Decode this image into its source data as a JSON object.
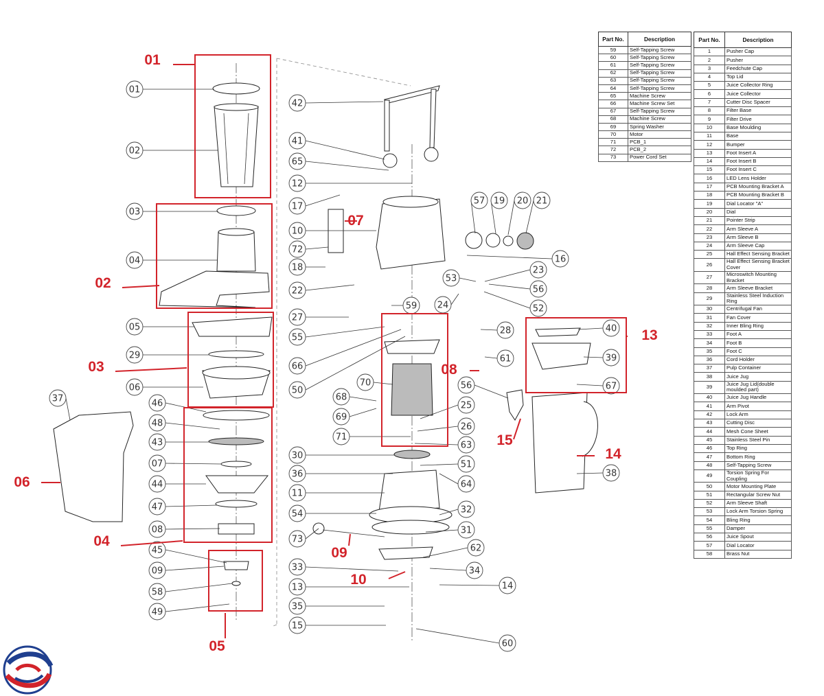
{
  "callouts": [
    {
      "n": "01"
    },
    {
      "n": "02"
    },
    {
      "n": "03"
    },
    {
      "n": "04"
    },
    {
      "n": "05"
    },
    {
      "n": "29"
    },
    {
      "n": "06"
    },
    {
      "n": "46"
    },
    {
      "n": "48"
    },
    {
      "n": "43"
    },
    {
      "n": "07"
    },
    {
      "n": "44"
    },
    {
      "n": "47"
    },
    {
      "n": "08"
    },
    {
      "n": "45"
    },
    {
      "n": "09"
    },
    {
      "n": "58"
    },
    {
      "n": "49"
    },
    {
      "n": "37"
    },
    {
      "n": "42"
    },
    {
      "n": "41"
    },
    {
      "n": "65"
    },
    {
      "n": "12"
    },
    {
      "n": "17"
    },
    {
      "n": "10"
    },
    {
      "n": "72"
    },
    {
      "n": "18"
    },
    {
      "n": "22"
    },
    {
      "n": "27"
    },
    {
      "n": "55"
    },
    {
      "n": "66"
    },
    {
      "n": "50"
    },
    {
      "n": "59"
    },
    {
      "n": "70"
    },
    {
      "n": "68"
    },
    {
      "n": "69"
    },
    {
      "n": "71"
    },
    {
      "n": "25"
    },
    {
      "n": "26"
    },
    {
      "n": "63"
    },
    {
      "n": "30"
    },
    {
      "n": "51"
    },
    {
      "n": "36"
    },
    {
      "n": "64"
    },
    {
      "n": "11"
    },
    {
      "n": "54"
    },
    {
      "n": "32"
    },
    {
      "n": "73"
    },
    {
      "n": "31"
    },
    {
      "n": "62"
    },
    {
      "n": "33"
    },
    {
      "n": "34"
    },
    {
      "n": "13"
    },
    {
      "n": "14"
    },
    {
      "n": "35"
    },
    {
      "n": "15"
    },
    {
      "n": "60"
    },
    {
      "n": "57"
    },
    {
      "n": "19"
    },
    {
      "n": "20"
    },
    {
      "n": "21"
    },
    {
      "n": "16"
    },
    {
      "n": "23"
    },
    {
      "n": "53"
    },
    {
      "n": "56"
    },
    {
      "n": "24"
    },
    {
      "n": "52"
    },
    {
      "n": "28"
    },
    {
      "n": "61"
    },
    {
      "n": "40"
    },
    {
      "n": "39"
    },
    {
      "n": "67"
    },
    {
      "n": "56"
    },
    {
      "n": "38"
    }
  ],
  "group_labels": [
    {
      "text": "01"
    },
    {
      "text": "02"
    },
    {
      "text": "03"
    },
    {
      "text": "04"
    },
    {
      "text": "05"
    },
    {
      "text": "06"
    },
    {
      "text": "07"
    },
    {
      "text": "08"
    },
    {
      "text": "09"
    },
    {
      "text": "10"
    },
    {
      "text": "13"
    },
    {
      "text": "14"
    },
    {
      "text": "15"
    }
  ],
  "parts_table_left": {
    "header_no": "Part No.",
    "header_desc": "Description",
    "rows": [
      {
        "no": "59",
        "desc": "Self-Tapping Screw"
      },
      {
        "no": "60",
        "desc": "Self-Tapping Screw"
      },
      {
        "no": "61",
        "desc": "Self-Tapping Screw"
      },
      {
        "no": "62",
        "desc": "Self-Tapping Screw"
      },
      {
        "no": "63",
        "desc": "Self-Tapping Screw"
      },
      {
        "no": "64",
        "desc": "Self-Tapping Screw"
      },
      {
        "no": "65",
        "desc": "Machine Screw"
      },
      {
        "no": "66",
        "desc": "Machine Screw Set"
      },
      {
        "no": "67",
        "desc": "Self-Tapping Screw"
      },
      {
        "no": "68",
        "desc": "Machine Screw"
      },
      {
        "no": "69",
        "desc": "Spring Washer"
      },
      {
        "no": "70",
        "desc": "Motor"
      },
      {
        "no": "71",
        "desc": "PCB_1"
      },
      {
        "no": "72",
        "desc": "PCB_2"
      },
      {
        "no": "73",
        "desc": "Power Cord Set"
      }
    ]
  },
  "parts_table_right": {
    "header_no": "Part No.",
    "header_desc": "Description",
    "rows": [
      {
        "no": "1",
        "desc": "Pusher Cap"
      },
      {
        "no": "2",
        "desc": "Pusher"
      },
      {
        "no": "3",
        "desc": "Feedchute Cap"
      },
      {
        "no": "4",
        "desc": "Top Lid"
      },
      {
        "no": "5",
        "desc": "Juice Collector Ring"
      },
      {
        "no": "6",
        "desc": "Juice Collector"
      },
      {
        "no": "7",
        "desc": "Cutter Disc Spacer"
      },
      {
        "no": "8",
        "desc": "Filter Base"
      },
      {
        "no": "9",
        "desc": "Filter Drive"
      },
      {
        "no": "10",
        "desc": "Base Moulding"
      },
      {
        "no": "11",
        "desc": "Base"
      },
      {
        "no": "12",
        "desc": "Bumper"
      },
      {
        "no": "13",
        "desc": "Foot Insert A"
      },
      {
        "no": "14",
        "desc": "Foot Insert B"
      },
      {
        "no": "15",
        "desc": "Foot Insert C"
      },
      {
        "no": "16",
        "desc": "LED Lens Holder"
      },
      {
        "no": "17",
        "desc": "PCB Mounting Bracket A"
      },
      {
        "no": "18",
        "desc": "PCB Mounting Bracket B"
      },
      {
        "no": "19",
        "desc": "Dial Locator \"A\""
      },
      {
        "no": "20",
        "desc": "Dial"
      },
      {
        "no": "21",
        "desc": "Pointer Strip"
      },
      {
        "no": "22",
        "desc": "Arm Sleeve A"
      },
      {
        "no": "23",
        "desc": "Arm Sleeve B"
      },
      {
        "no": "24",
        "desc": "Arm Sleeve Cap"
      },
      {
        "no": "25",
        "desc": "Hall Effect Sensing Bracket"
      },
      {
        "no": "26",
        "desc": "Hall Effect Sensing Bracket Cover"
      },
      {
        "no": "27",
        "desc": "Microswitch Mounting Bracket"
      },
      {
        "no": "28",
        "desc": "Arm Sleeve Bracket"
      },
      {
        "no": "29",
        "desc": "Stainless Steel Induction Ring"
      },
      {
        "no": "30",
        "desc": "Centrifugal Fan"
      },
      {
        "no": "31",
        "desc": "Fan Cover"
      },
      {
        "no": "32",
        "desc": "Inner Bling Ring"
      },
      {
        "no": "33",
        "desc": "Foot A"
      },
      {
        "no": "34",
        "desc": "Foot B"
      },
      {
        "no": "35",
        "desc": "Foot C"
      },
      {
        "no": "36",
        "desc": "Cord Holder"
      },
      {
        "no": "37",
        "desc": "Pulp Container"
      },
      {
        "no": "38",
        "desc": "Juice Jug"
      },
      {
        "no": "39",
        "desc": "Juice Jug Lid(double moulded part)"
      },
      {
        "no": "40",
        "desc": "Juice Jug Handle"
      },
      {
        "no": "41",
        "desc": "Arm Pivot"
      },
      {
        "no": "42",
        "desc": "Lock Arm"
      },
      {
        "no": "43",
        "desc": "Cutting Disc"
      },
      {
        "no": "44",
        "desc": "Mesh Cone Sheet"
      },
      {
        "no": "45",
        "desc": "Stainless Steel Pin"
      },
      {
        "no": "46",
        "desc": "Top Ring"
      },
      {
        "no": "47",
        "desc": "Bottom Ring"
      },
      {
        "no": "48",
        "desc": "Self-Tapping Screw"
      },
      {
        "no": "49",
        "desc": "Torsion Spring For Coupling"
      },
      {
        "no": "50",
        "desc": "Motor Mounting Plate"
      },
      {
        "no": "51",
        "desc": "Rectangular Screw Nut"
      },
      {
        "no": "52",
        "desc": "Arm Sleeve Shaft"
      },
      {
        "no": "53",
        "desc": "Lock Arm Torsion Spring"
      },
      {
        "no": "54",
        "desc": "Bling Ring"
      },
      {
        "no": "55",
        "desc": "Damper"
      },
      {
        "no": "56",
        "desc": "Juice Spout"
      },
      {
        "no": "57",
        "desc": "Dial Locator"
      },
      {
        "no": "58",
        "desc": "Brass Nut"
      }
    ]
  },
  "colors": {
    "accent_red": "#d2232a",
    "logo_blue": "#1f3f8f",
    "line": "#333333"
  }
}
